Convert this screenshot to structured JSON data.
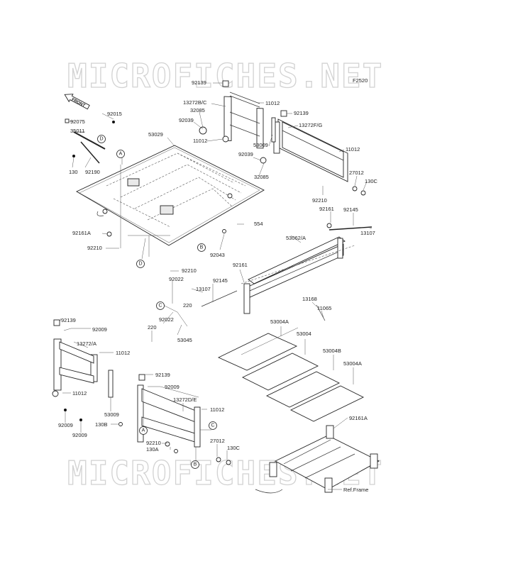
{
  "watermark": "MICROFICHES.NET",
  "figure_code": "F2520",
  "front_arrow": "FRONT",
  "ref_frame": "Ref.Frame",
  "callouts": {
    "a": "A",
    "b": "B",
    "c": "C",
    "d": "D"
  },
  "parts": {
    "p92139": "92139",
    "p13272bc": "13272B/C",
    "p32085": "32085",
    "p92039": "92039",
    "p11012": "11012",
    "p13272fg": "13272F/G",
    "p53009": "53009",
    "p27012": "27012",
    "p130c": "130C",
    "p92210": "92210",
    "p92161": "92161",
    "p92145": "92145",
    "p13107": "13107",
    "p92015": "92015",
    "p92075": "92075",
    "p35011": "35011",
    "p130": "130",
    "p92190": "92190",
    "p53029": "53029",
    "p554": "554",
    "p92161a": "92161A",
    "p92043": "92043",
    "p53062a": "53062/A",
    "p92022": "92022",
    "p220": "220",
    "p53045": "53045",
    "p13168": "13168",
    "p11065": "11065",
    "p53004a": "53004A",
    "p53004": "53004",
    "p53004b": "53004B",
    "p92009": "92009",
    "p13272a": "13272/A",
    "p130b": "130B",
    "p13272de": "13272D/E",
    "p130a": "130A"
  }
}
